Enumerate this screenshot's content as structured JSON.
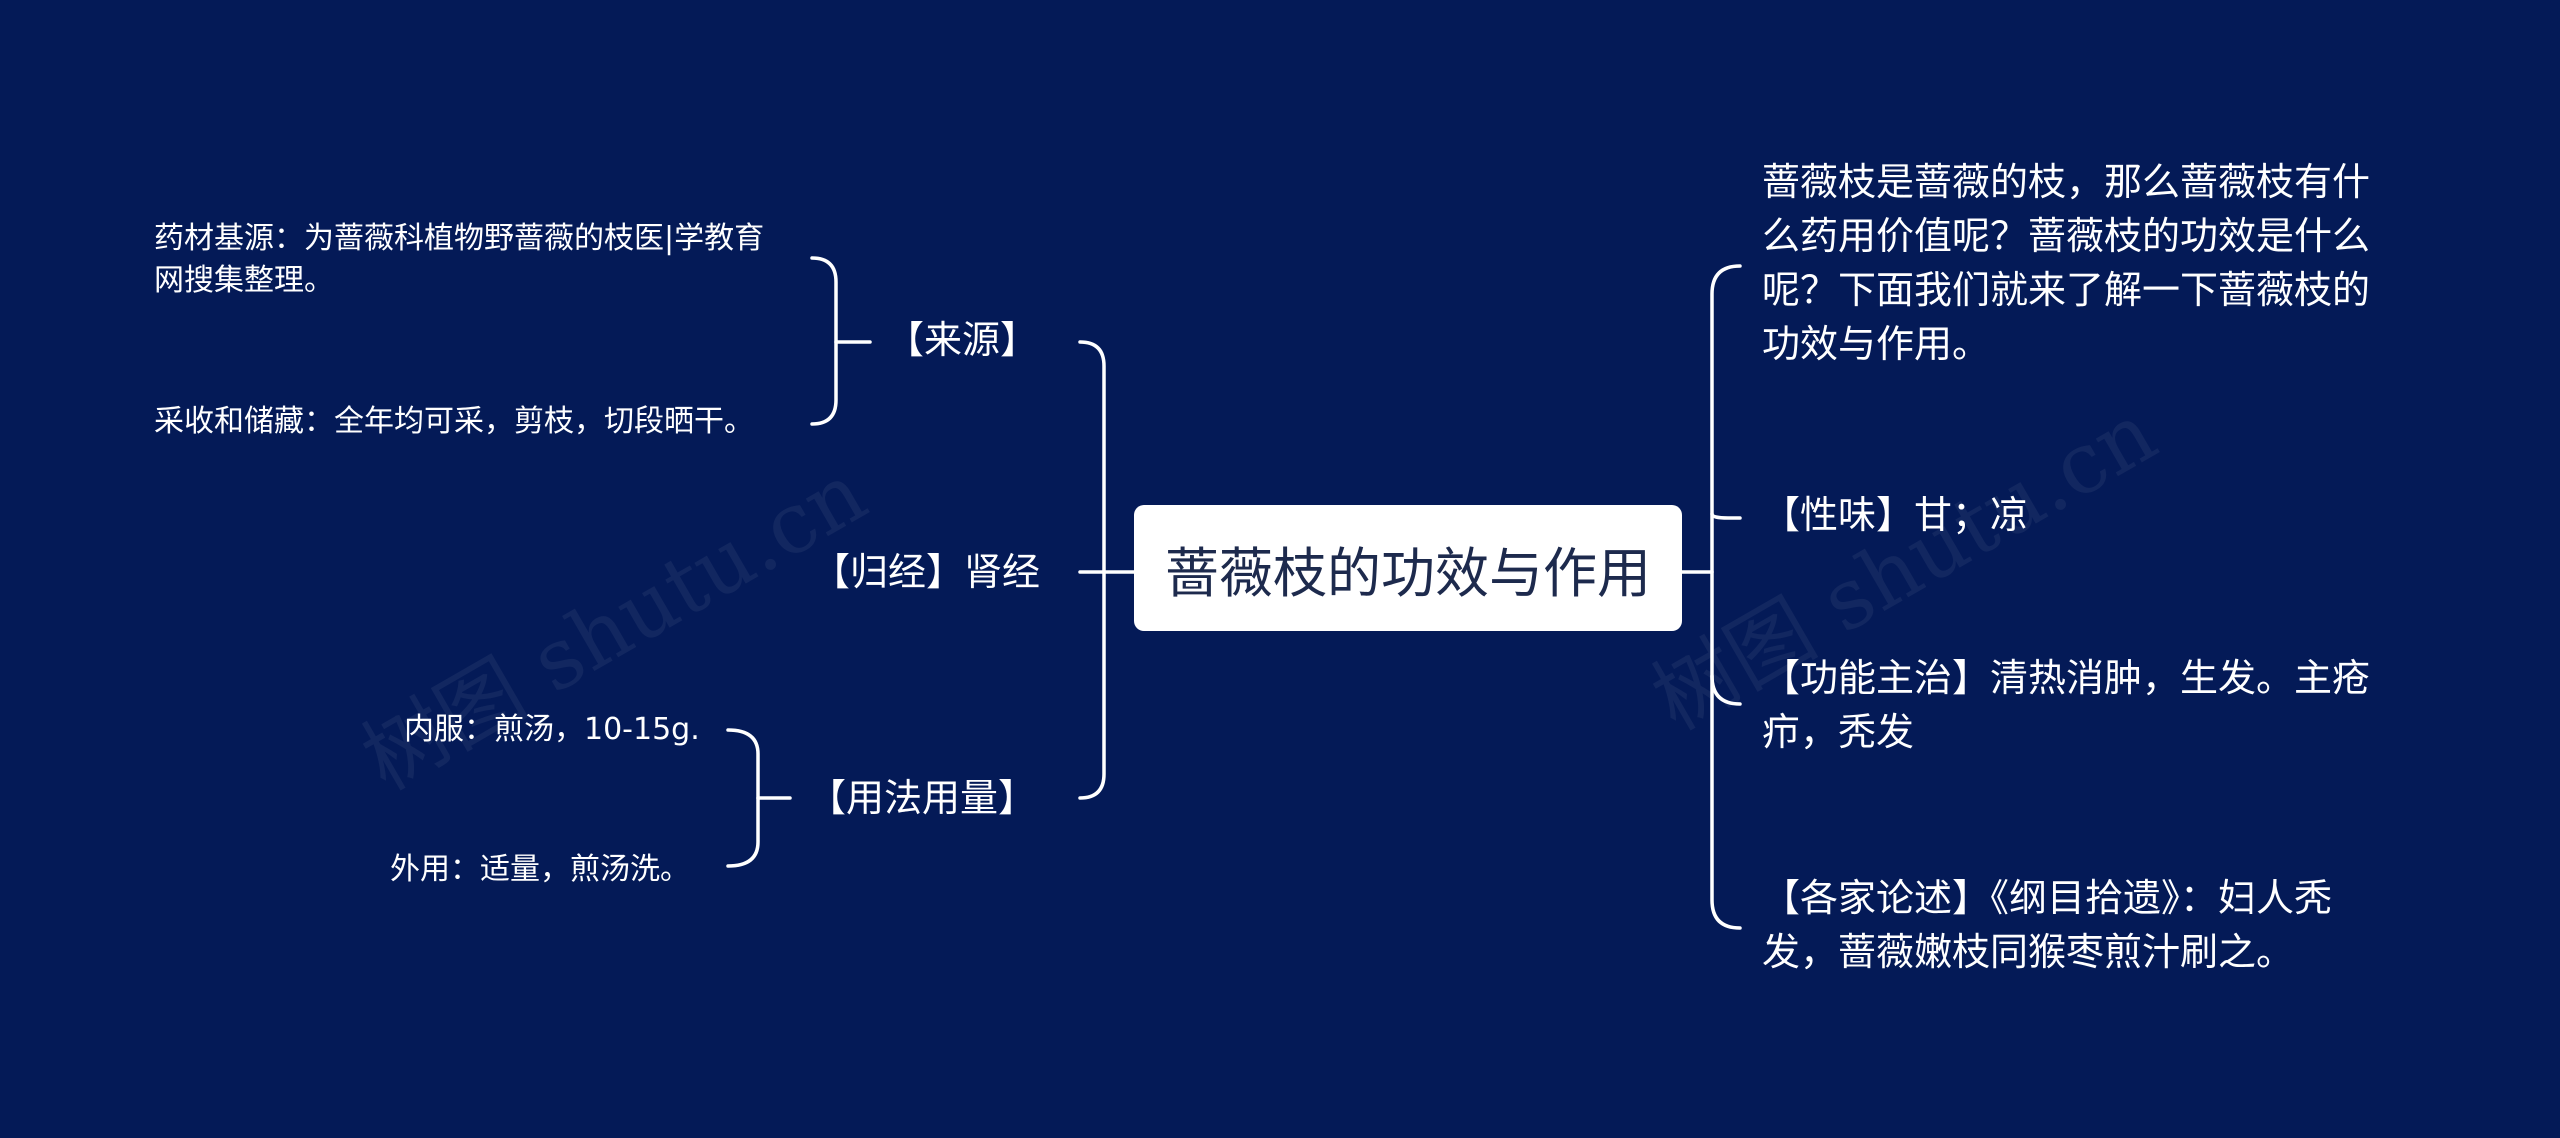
{
  "center": {
    "title": "蔷薇枝的功效与作用"
  },
  "left": {
    "source": {
      "label": "【来源】",
      "items": [
        "药材基源：为蔷薇科植物野蔷薇的枝医|学教育网搜集整理。",
        "采收和储藏：全年均可采，剪枝，切段晒干。"
      ]
    },
    "meridian": {
      "label": "【归经】肾经"
    },
    "usage": {
      "label": "【用法用量】",
      "items": [
        "内服：煎汤，10-15g.",
        "外用：适量，煎汤洗。"
      ]
    }
  },
  "right": {
    "intro": "蔷薇枝是蔷薇的枝，那么蔷薇枝有什么药用价值呢？蔷薇枝的功效是什么呢？下面我们就来了解一下蔷薇枝的功效与作用。",
    "taste": "【性味】甘；凉",
    "function": "【功能主治】清热消肿，生发。主疮疖，秃发",
    "discussion": "【各家论述】《纲目拾遗》：妇人秃发，蔷薇嫩枝同猴枣煎汁刷之。"
  },
  "watermark": "树图 shutu.cn"
}
